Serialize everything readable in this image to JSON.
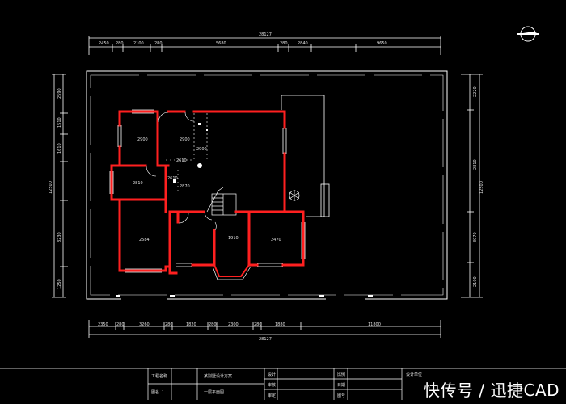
{
  "dimensions": {
    "top_total": "28127",
    "top_segments": [
      "2450",
      "280",
      "2100",
      "280",
      "5680",
      "280",
      "2840",
      "9650"
    ],
    "bottom_total": "28127",
    "bottom_segments": [
      "2350",
      "280",
      "3260",
      "280",
      "1820",
      "280",
      "2300",
      "280",
      "1880",
      "11800"
    ],
    "left_segments": [
      "2590",
      "1510",
      "1610",
      "3230",
      "1250"
    ],
    "left_total": "12500",
    "right_segments": [
      "2220",
      "2810",
      "3070",
      "2100"
    ],
    "right_total": "12500"
  },
  "rooms": {
    "r1": "2900",
    "r2": "2900",
    "r3": "2900",
    "r4": "2610",
    "r5": "2810",
    "r6": "2610",
    "r7": "2584",
    "r8": "1910",
    "r9": "2470",
    "r10": "2870"
  },
  "title_block": {
    "project_label": "工程名称",
    "project_value": "某别墅设计方案",
    "sheet_label": "图名",
    "sheet_no": "1",
    "drawing_name": "一层平面图",
    "r1_label": "设计",
    "r2_label": "审核",
    "r3_label": "审定",
    "r4_label": "比例",
    "r5_label": "日期",
    "r6_label": "图号",
    "right_label": "设计单位"
  },
  "watermark": "快传号 / 迅捷CAD",
  "colors": {
    "background": "#000000",
    "wall": "#ff2020",
    "lines": "#ffffff",
    "text": "#e0e0e0"
  }
}
